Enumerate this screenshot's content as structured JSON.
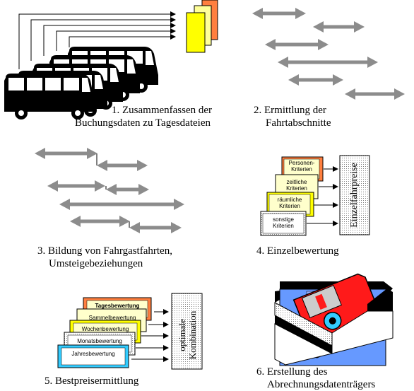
{
  "steps": [
    {
      "line1": "1. Zusammenfassen der",
      "line2": "Buchungsdaten zu Tagesdateien"
    },
    {
      "line1": "2. Ermittlung der",
      "line2": "Fahrtabschnitte"
    },
    {
      "line1": "3. Bildung von Fahrgastfahrten,",
      "line2": "Umsteigebeziehungen"
    },
    {
      "line1": "4. Einzelbewertung"
    },
    {
      "line1": "5. Bestpreisermittlung"
    },
    {
      "line1": "6. Erstellung des",
      "line2": "Abrechnungsdatenträgers"
    }
  ],
  "panel4": {
    "criteria": [
      "Personen-\nKriterien",
      "zeitliche\nKriterien",
      "räumliche\nKriterien",
      "sonstige\nKriterien"
    ],
    "result": "Einzelfahrpreise"
  },
  "panel5": {
    "ratings": [
      "Tagesbewertung",
      "Sammelbewertung",
      "Wochenbewertung",
      "Monatsbewertung",
      "Jahresbewertung"
    ],
    "result_line1": "optimale",
    "result_line2": "Kombination"
  },
  "colors": {
    "arrow": "#8c8c8c",
    "orange": "#ff7f3f",
    "yellow": "#ffff00",
    "light_yellow": "#ffffcc",
    "cyan": "#33ccff",
    "red": "#ff1a1a",
    "floppy_blue": "#6699ff"
  }
}
